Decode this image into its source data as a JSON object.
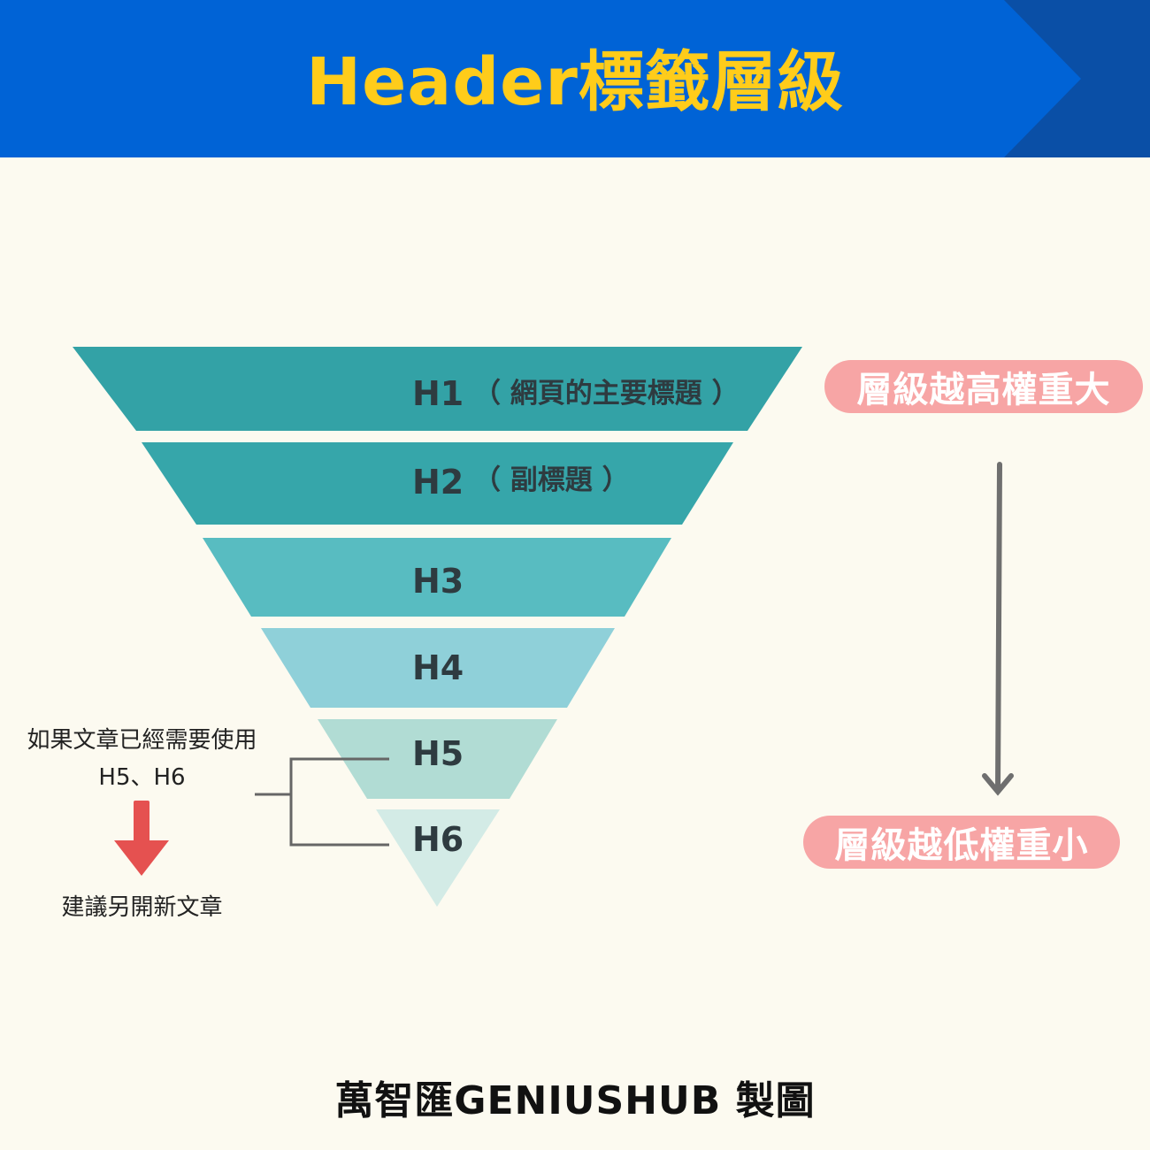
{
  "header": {
    "title": "Header標籤層級"
  },
  "levels": [
    {
      "label": "H1",
      "note": "（ 網頁的主要標題 ）",
      "color": "#33a2a6"
    },
    {
      "label": "H2",
      "note": "（ 副標題 ）",
      "color": "#36a6aa"
    },
    {
      "label": "H3",
      "note": "",
      "color": "#58bcc1"
    },
    {
      "label": "H4",
      "note": "",
      "color": "#8fd0d9"
    },
    {
      "label": "H5",
      "note": "",
      "color": "#b1dcd4"
    },
    {
      "label": "H6",
      "note": "",
      "color": "#d3ebe6"
    }
  ],
  "weight_scale": {
    "high_label": "層級越高權重大",
    "low_label": "層級越低權重小",
    "pill_color": "#f7a5a5"
  },
  "side_note": {
    "line1": "如果文章已經需要使用",
    "line2": "H5、H6",
    "line3": "建議另開新文章",
    "arrow_color": "#e55150"
  },
  "footer": {
    "credit": "萬智匯GENIUSHUB 製圖"
  },
  "colors": {
    "banner": "#0063d6",
    "banner_chevron": "#0a4fa6",
    "title": "#ffcc1a",
    "background": "#fcfaf0"
  }
}
